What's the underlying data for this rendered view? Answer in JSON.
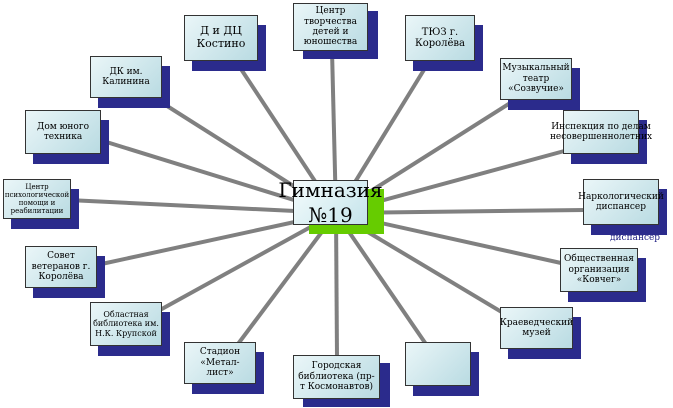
{
  "center": {
    "label": "Гимназия №19",
    "line1": "Гимназия",
    "line2": "№19"
  },
  "nodes": {
    "centr_tvorch": "Центр творчества детей и юношества",
    "tyuz": "ТЮЗ г. Королёва",
    "muz_teatr": "Музыкальный театр «Созвучие»",
    "inspekciya": "Инспекция по делам несовершеннолетних",
    "narkologiya": "Наркологический диспансер",
    "obsh_org": "Общественная организация «Ковчег»",
    "kraeved": "Краеведческий музей",
    "empty_box": "",
    "gor_biblioteka": "Городская библиотека (пр-т Космонавтов)",
    "stadion": "Стадион «Метал-лист»",
    "obl_biblioteka": "Областная библиотека им. Н.К. Крупской",
    "sovet": "Совет ветеранов г. Королёва",
    "psih_centr": "Центр психологической помощи и реабилитации",
    "dom_tehniki": "Дом юного техника",
    "dk_kalinina": "ДК им. Калинина",
    "d_dc_kostino": "Д и ДЦ Костино"
  },
  "overflow_text": "диспансер",
  "colors": {
    "line": "#808080",
    "shadow": "#2b2b8c",
    "center_shadow": "#66cc00",
    "border": "#333333"
  }
}
